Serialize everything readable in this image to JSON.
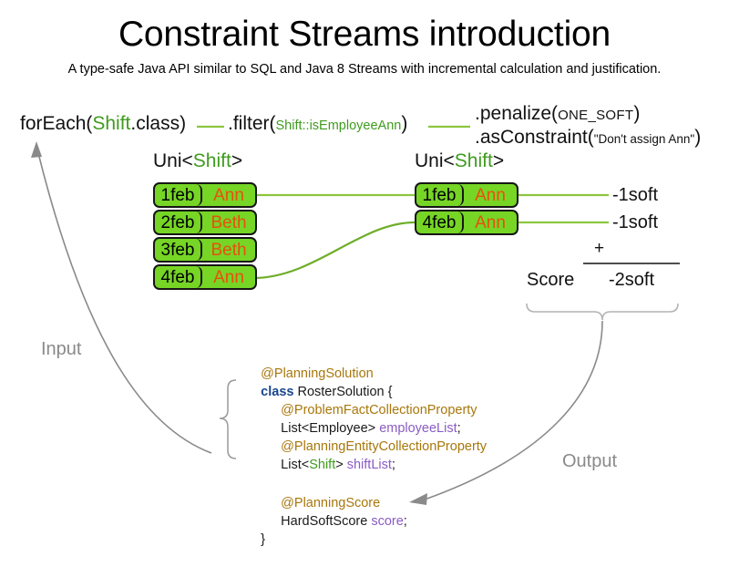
{
  "header": {
    "title": "Constraint Streams introduction",
    "subtitle": "A type-safe Java API similar to SQL and Java 8 Streams with incremental calculation and justification."
  },
  "pipeline": {
    "foreach": {
      "call": "forEach(",
      "type": "Shift",
      "tail": ".class)"
    },
    "filter": {
      "call": ".filter(",
      "ref": "Shift::isEmployeeAnn",
      "tail": ")"
    },
    "penalize": {
      "call": ".penalize(",
      "arg": "ONE_SOFT",
      "tail": ")"
    },
    "as_constraint": {
      "call": ".asConstraint(",
      "arg": "\"Don't assign Ann\"",
      "tail": ")"
    }
  },
  "streams": {
    "left": {
      "label_prefix": "Uni<",
      "label_type": "Shift",
      "label_suffix": ">",
      "tuples": [
        {
          "date": "1feb",
          "employee": "Ann"
        },
        {
          "date": "2feb",
          "employee": "Beth"
        },
        {
          "date": "3feb",
          "employee": "Beth"
        },
        {
          "date": "4feb",
          "employee": "Ann"
        }
      ]
    },
    "right": {
      "label_prefix": "Uni<",
      "label_type": "Shift",
      "label_suffix": ">",
      "tuples": [
        {
          "date": "1feb",
          "employee": "Ann"
        },
        {
          "date": "4feb",
          "employee": "Ann"
        }
      ]
    }
  },
  "score": {
    "penalties": [
      "-1soft",
      "-1soft"
    ],
    "operator": "+",
    "label": "Score",
    "total": "-2soft"
  },
  "flow": {
    "input_label": "Input",
    "output_label": "Output"
  },
  "code": {
    "lines": [
      {
        "id": "l1",
        "ann": "@PlanningSolution"
      },
      {
        "id": "l2",
        "kw": "class",
        "rest": " RosterSolution {"
      },
      {
        "id": "l3",
        "ann": "@ProblemFactCollectionProperty"
      },
      {
        "id": "l4",
        "pre": "List<Employee> ",
        "var": "employeeList",
        "post": ";"
      },
      {
        "id": "l5",
        "ann": "@PlanningEntityCollectionProperty"
      },
      {
        "id": "l6",
        "pre": "List<",
        "type": "Shift",
        "mid": "> ",
        "var": "shiftList",
        "post": ";"
      },
      {
        "id": "l7",
        "ann": "@PlanningScore"
      },
      {
        "id": "l8",
        "pre": "HardSoftScore ",
        "var": "score",
        "post": ";"
      },
      {
        "id": "l9",
        "rest": "}"
      }
    ]
  },
  "colors": {
    "tuple_fill": "#76d525",
    "tuple_border": "#161616",
    "employee_text": "#e8500f",
    "type_green": "#3f9c1e",
    "connector_green": "#8dc63f",
    "annotation_gold": "#a8770b",
    "keyword_blue": "#18468c",
    "variable_purple": "#8a5cc4",
    "flow_gray": "#8a8a8a"
  }
}
